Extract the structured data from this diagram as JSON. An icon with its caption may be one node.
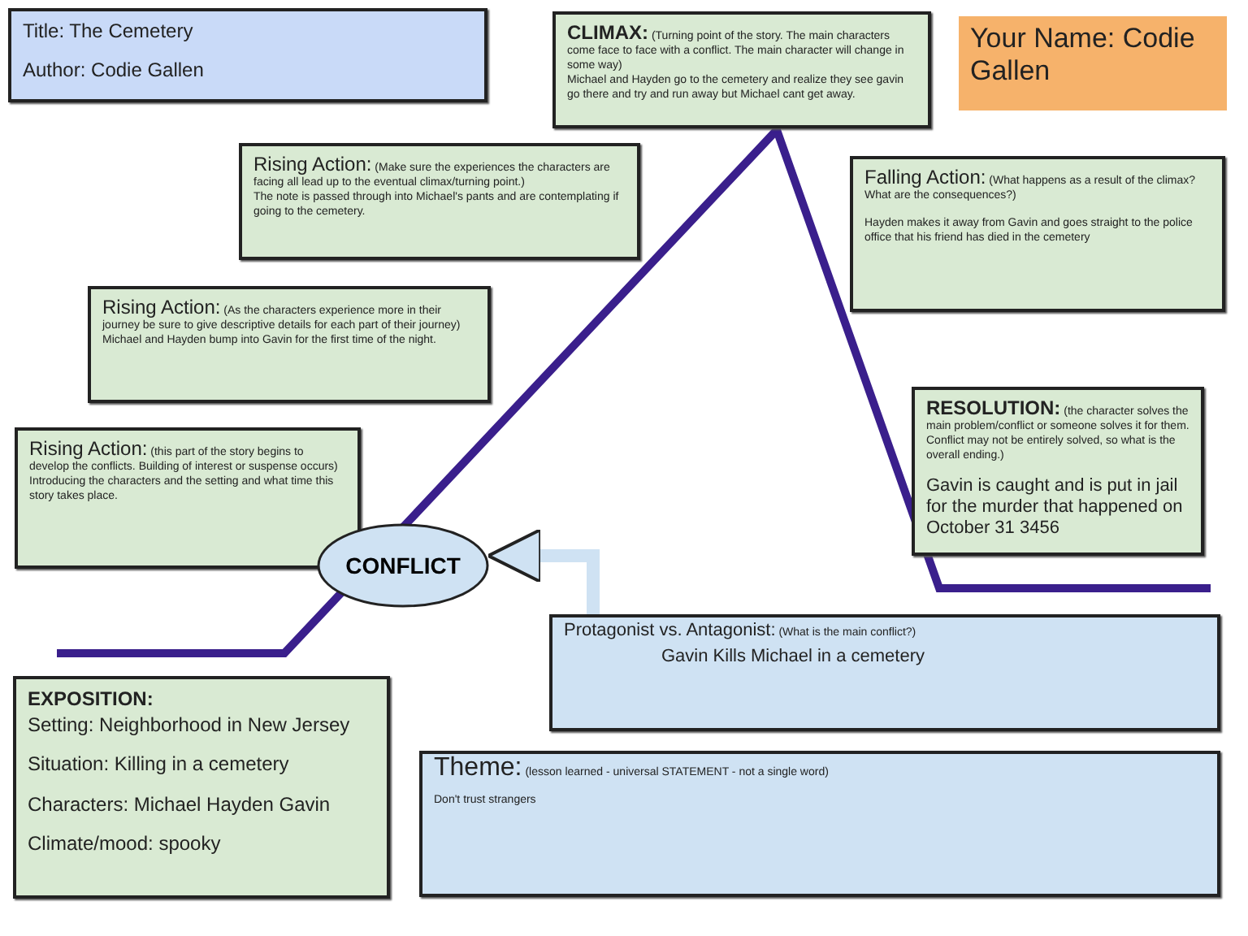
{
  "diagram": {
    "nodes": [
      {
        "text": [
          "Title: The Cemetery",
          "Author: Codie Gallen"
        ]
      },
      {
        "text": [
          "CLIMAX:",
          "(Turning point of the story. The main characters come face to face with a conflict. The main character will change in some way)",
          "Michael and Hayden go to the cemetery and realize they see gavin go there and try and run away but Michael cant get away."
        ]
      },
      {
        "text": [
          "Your Name: Codie Gallen"
        ]
      },
      {
        "text": [
          "Rising Action:",
          "(Make sure the experiences the characters are facing all lead up to the eventual climax/turning point.)",
          "The note is passed through into Michael's pants and are contemplating if going to the cemetery."
        ]
      },
      {
        "text": [
          "Falling Action:",
          "(What happens as a result of the climax? What are the consequences?)",
          "Hayden makes it away from Gavin and goes straight to the police office that his friend has died in the cemetery"
        ]
      },
      {
        "text": [
          "Rising Action:",
          "(As the characters experience more in their journey be sure to give descriptive details for each part of their journey)",
          "Michael and Hayden bump into Gavin for the first time of the night."
        ]
      },
      {
        "text": [
          "RESOLUTION:",
          "(the character solves the main problem/conflict or someone solves it for them. Conflict may not be entirely solved, so what is the overall ending.)",
          "Gavin is caught and is put in jail for the murder that happened on October 31 3456"
        ]
      },
      {
        "text": [
          "Rising Action:",
          "(this part of the story begins to develop the conflicts. Building of interest or suspense occurs)",
          "Introducing the characters and the setting and what time this story takes place."
        ]
      },
      {
        "text": [
          "CONFLICT"
        ]
      },
      {
        "text": [
          "Protagonist vs. Antagonist:",
          "(What is the main conflict?)",
          "Gavin Kills Michael in a cemetery"
        ]
      },
      {
        "text": [
          "EXPOSITION:",
          "Setting: Neighborhood in New Jersey",
          "Situation: Killing in a cemetery",
          "Characters: Michael Hayden Gavin",
          "Climate/mood: spooky"
        ]
      },
      {
        "text": [
          "Theme:",
          "(lesson learned - universal STATEMENT - not a single word)",
          "Don't trust strangers"
        ]
      }
    ],
    "edges": [
      {
        "from": 9,
        "to": 8,
        "arrow": "to"
      }
    ]
  }
}
